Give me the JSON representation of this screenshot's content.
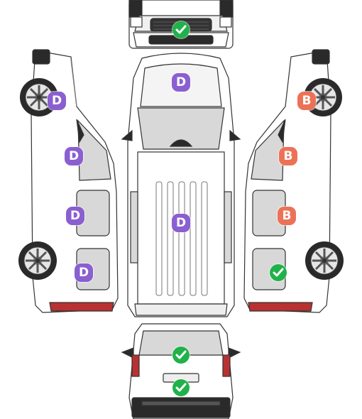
{
  "colors": {
    "dent_marker": "#8a5fd0",
    "body_marker": "#ec7257",
    "ok_marker": "#20b24a",
    "glass": "#d8d8d8",
    "outline": "#333333",
    "body_fill": "#ffffff",
    "dark_trim": "#2a2a2a",
    "tail_light": "#b83232"
  },
  "views": {
    "front": {
      "markers": [
        {
          "type": "ok",
          "icon": "check-icon"
        }
      ]
    },
    "roof": {
      "markers": [
        {
          "type": "dent",
          "label": "D"
        },
        {
          "type": "dent",
          "label": "D"
        }
      ]
    },
    "left_side": {
      "markers": [
        {
          "type": "dent",
          "label": "D"
        },
        {
          "type": "dent",
          "label": "D"
        },
        {
          "type": "dent",
          "label": "D"
        },
        {
          "type": "dent",
          "label": "D"
        }
      ]
    },
    "right_side": {
      "markers": [
        {
          "type": "body",
          "label": "B"
        },
        {
          "type": "body",
          "label": "B"
        },
        {
          "type": "body",
          "label": "B"
        },
        {
          "type": "ok",
          "icon": "check-icon"
        }
      ]
    },
    "rear": {
      "markers": [
        {
          "type": "ok",
          "icon": "check-icon"
        },
        {
          "type": "ok",
          "icon": "check-icon"
        }
      ]
    }
  }
}
